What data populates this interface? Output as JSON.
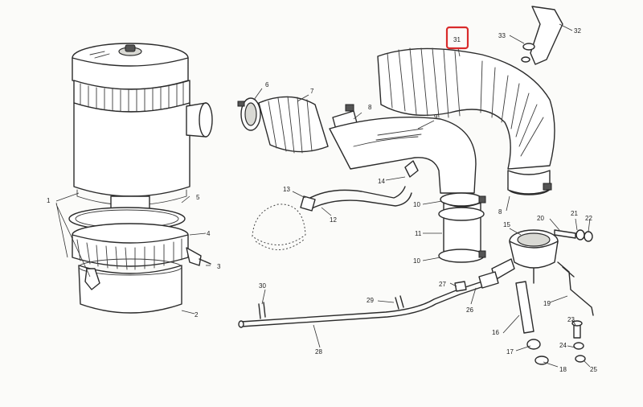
{
  "diagram": {
    "highlight_color": "#d92b2b",
    "callouts": [
      {
        "id": "c1",
        "label": "1"
      },
      {
        "id": "c2",
        "label": "2"
      },
      {
        "id": "c3",
        "label": "3"
      },
      {
        "id": "c4",
        "label": "4"
      },
      {
        "id": "c5",
        "label": "5"
      },
      {
        "id": "c6",
        "label": "6"
      },
      {
        "id": "c7",
        "label": "7"
      },
      {
        "id": "c8a",
        "label": "8"
      },
      {
        "id": "c8b",
        "label": "8"
      },
      {
        "id": "c9",
        "label": "9"
      },
      {
        "id": "c10a",
        "label": "10"
      },
      {
        "id": "c10b",
        "label": "10"
      },
      {
        "id": "c11",
        "label": "11"
      },
      {
        "id": "c12",
        "label": "12"
      },
      {
        "id": "c13",
        "label": "13"
      },
      {
        "id": "c14",
        "label": "14"
      },
      {
        "id": "c15",
        "label": "15"
      },
      {
        "id": "c16",
        "label": "16"
      },
      {
        "id": "c17",
        "label": "17"
      },
      {
        "id": "c18",
        "label": "18"
      },
      {
        "id": "c19",
        "label": "19"
      },
      {
        "id": "c20",
        "label": "20"
      },
      {
        "id": "c21",
        "label": "21"
      },
      {
        "id": "c22",
        "label": "22"
      },
      {
        "id": "c23",
        "label": "23"
      },
      {
        "id": "c24",
        "label": "24"
      },
      {
        "id": "c25",
        "label": "25"
      },
      {
        "id": "c26",
        "label": "26"
      },
      {
        "id": "c27",
        "label": "27"
      },
      {
        "id": "c28",
        "label": "28"
      },
      {
        "id": "c29",
        "label": "29"
      },
      {
        "id": "c30",
        "label": "30"
      },
      {
        "id": "c31",
        "label": "31"
      },
      {
        "id": "c32",
        "label": "32"
      },
      {
        "id": "c33",
        "label": "33"
      }
    ]
  }
}
